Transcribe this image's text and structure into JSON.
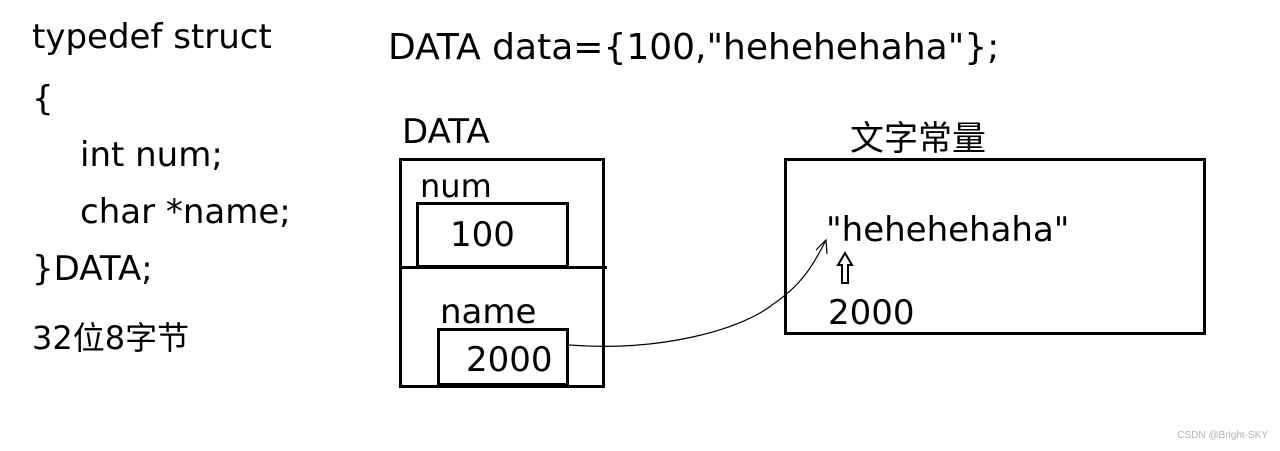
{
  "code": {
    "line1": "typedef struct",
    "line2": "{",
    "line3": "int num;",
    "line4": "char *name;",
    "line5": "}DATA;",
    "note": "32位8字节"
  },
  "init_statement": "DATA data={100,\"hehehehaha\"};",
  "struct_box": {
    "title": "DATA",
    "field1_label": "num",
    "field1_value": "100",
    "field2_label": "name",
    "field2_value": "2000"
  },
  "const_box": {
    "title": "文字常量",
    "string_value": "\"hehehehaha\"",
    "address": "2000"
  },
  "watermark": "CSDN @Bright-SKY"
}
